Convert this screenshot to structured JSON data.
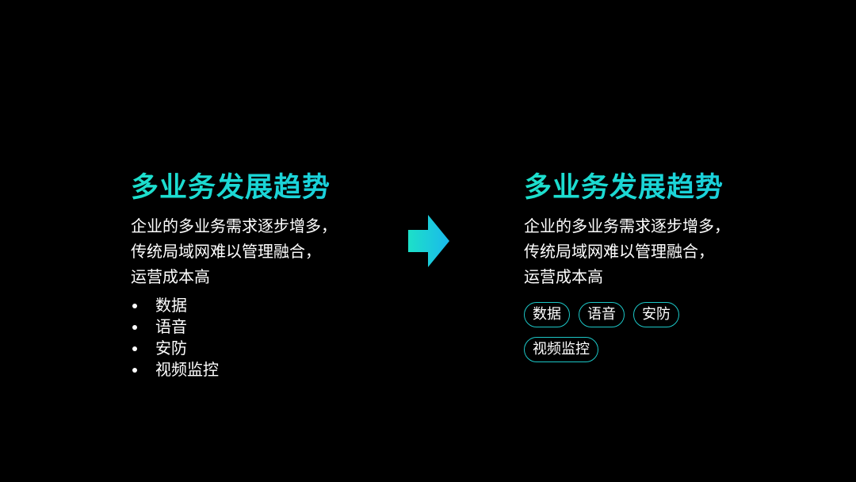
{
  "left_panel": {
    "title": "多业务发展趋势",
    "description": [
      "企业的多业务需求逐步增多，",
      "传统局域网难以管理融合，",
      "运营成本高"
    ],
    "items": [
      "数据",
      "语音",
      "安防",
      "视频监控"
    ]
  },
  "right_panel": {
    "title": "多业务发展趋势",
    "description": [
      "企业的多业务需求逐步增多，",
      "传统局域网难以管理融合，",
      "运营成本高"
    ],
    "tags": [
      "数据",
      "语音",
      "安防",
      "视频监控"
    ]
  },
  "colors": {
    "accent_start": "#1de0cc",
    "accent_end": "#19c9e2",
    "tag_border": "#1cc7c7",
    "background": "#000000",
    "text": "#ffffff"
  },
  "icons": {
    "transition": "arrow-right-icon"
  }
}
